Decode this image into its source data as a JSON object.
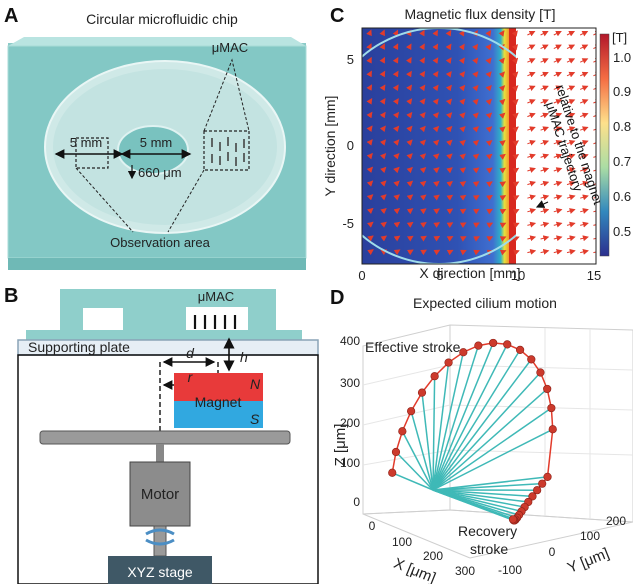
{
  "panels": {
    "a": {
      "label": "A",
      "title": "Circular microfluidic chip",
      "umac": "μMAC",
      "dim1": "5 mm",
      "dim2": "5 mm",
      "dim3": "660 μm",
      "obs": "Observation area"
    },
    "b": {
      "label": "B",
      "umac": "μMAC",
      "plate": "Supporting plate",
      "d": "d",
      "h": "h",
      "r": "r",
      "n": "N",
      "magnet": "Magnet",
      "s": "S",
      "motor": "Motor",
      "stage": "XYZ stage"
    },
    "c": {
      "label": "C",
      "title": "Magnetic flux density [T]",
      "xlabel": "X direction [mm]",
      "ylabel": "Y direction [mm]",
      "colorbar_unit": "[T]",
      "annotation_line1": "μMAC trajectory",
      "annotation_line2": "relative to the magnet"
    },
    "d": {
      "label": "D",
      "title": "Expected cilium motion",
      "effective": "Effective stroke",
      "recovery1": "Recovery",
      "recovery2": "stroke",
      "zlabel": "Z [μm]",
      "xlabel": "X [μm]",
      "ylabel": "Y [μm]"
    }
  },
  "chart_data": [
    {
      "type": "heatmap",
      "title": "Magnetic flux density [T]",
      "xlabel": "X direction [mm]",
      "ylabel": "Y direction [mm]",
      "xlim": [
        0,
        15
      ],
      "ylim": [
        -7.5,
        7.5
      ],
      "x_ticks": [
        "0",
        "5",
        "10",
        "15"
      ],
      "y_ticks": [
        "5",
        "0",
        "-5"
      ],
      "colorbar": {
        "unit": "[T]",
        "ticks": [
          "1.0",
          "0.9",
          "0.8",
          "0.7",
          "0.6",
          "0.5"
        ],
        "range": [
          0.45,
          1.05
        ]
      },
      "magnet_edge_x": 10,
      "trajectory_circle": {
        "center": [
          7.5,
          0
        ],
        "radius": 7.5
      }
    },
    {
      "type": "line",
      "title": "Expected cilium motion",
      "zlabel": "Z [μm]",
      "xlabel": "X [μm]",
      "ylabel": "Y [μm]",
      "z_ticks": [
        "0",
        "100",
        "200",
        "300",
        "400"
      ],
      "x_ticks": [
        "0",
        "100",
        "200",
        "300"
      ],
      "y_ticks": [
        "-100",
        "0",
        "100",
        "200"
      ]
    }
  ]
}
